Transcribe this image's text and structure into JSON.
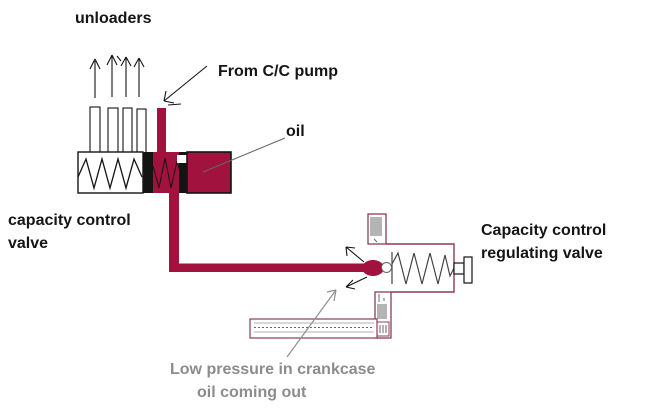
{
  "colors": {
    "dark_red": "#a2123f",
    "outline": "#8c3d58",
    "black": "#141414",
    "gray_text": "#8c8c8c"
  },
  "labels": {
    "unloaders": {
      "text": "unloaders"
    },
    "from_cc_pump": {
      "text": "From C/C pump"
    },
    "oil": {
      "text": "oil"
    },
    "capacity_control_valve": {
      "line1": "capacity control",
      "line2": "valve"
    },
    "regulating_valve": {
      "line1": "Capacity control",
      "line2": "regulating valve"
    },
    "low_pressure": {
      "line1": "Low pressure in crankcase",
      "line2": "oil coming out"
    }
  },
  "icons": {
    "up_arrows": "unloader-flow-up-arrows",
    "inlet_arrow": "pump-inlet-arrow",
    "outlet_arrows": "oil-outlet-arrows",
    "pointer_lines": "label-pointer-lines"
  }
}
